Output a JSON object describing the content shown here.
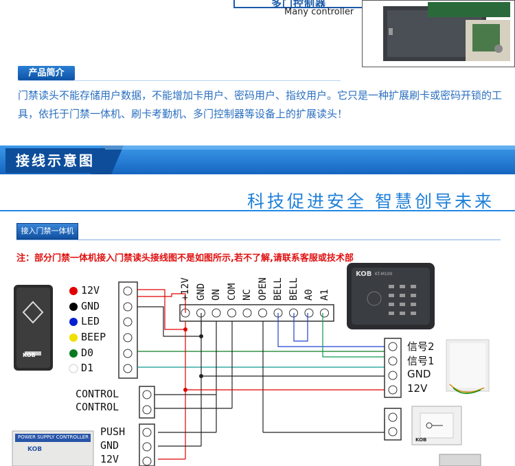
{
  "top": {
    "banner_text": "多门控制器",
    "caption": "Many controller"
  },
  "intro": {
    "tag": "产品简介",
    "body": "门禁读头不能存储用户数据，不能增加卡用户、密码用户、指纹用户。它只是一种扩展刷卡或密码开锁的工具，依托于门禁一体机、刷卡考勤机、多门控制器等设备上的扩展读头！"
  },
  "wiring": {
    "banner": "接线示意图",
    "slogan": "科技促进安全  智慧创导未来",
    "connect_tag": "接入门禁一体机",
    "notice": "注：部分门禁一体机接入门禁读头接线图不是如图所示,若不了解,请联系客服或技术部"
  },
  "reader_wires": [
    "12V",
    "GND",
    "LED",
    "BEEP",
    "D0",
    "D1"
  ],
  "wire_colors": [
    "#e00000",
    "#000000",
    "#0020d0",
    "#f0e000",
    "#0a7a20",
    "#ffffff"
  ],
  "controller_terminals": [
    "+12V",
    "GND",
    "ON",
    "COM",
    "NC",
    "OPEN",
    "BELL",
    "BELL",
    "A0",
    "A1"
  ],
  "doorbell_labels": [
    "信号2",
    "信号1",
    "GND",
    "12V"
  ],
  "control_labels": [
    "CONTROL",
    "CONTROL"
  ],
  "power_labels": [
    "PUSH",
    "GND",
    "12V"
  ],
  "brand": "KOB",
  "power_box_label": "POWER SUPPLY CONTROLLER",
  "keypad_model": "KT-M100"
}
